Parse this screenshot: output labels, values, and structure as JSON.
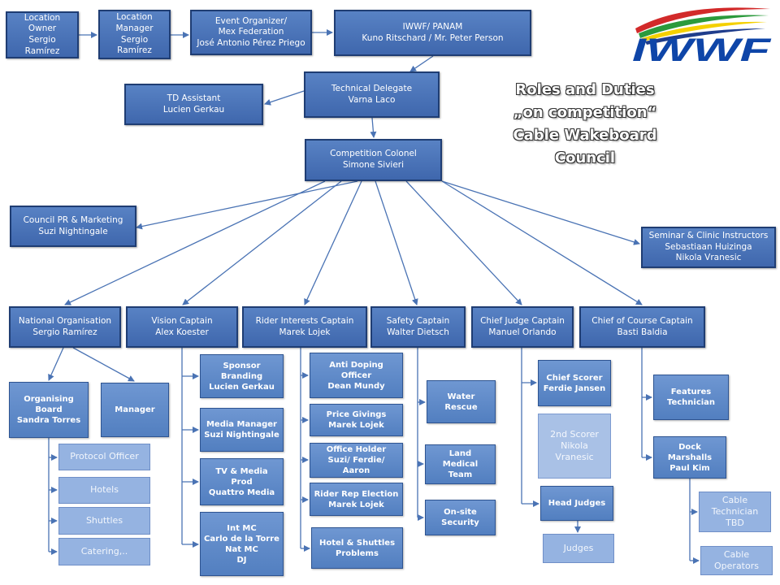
{
  "title": "Roles and Duties\n„on competition“\nCable Wakeboard Council",
  "logo": {
    "text": "IWWF",
    "colors": {
      "red": "#d22a2a",
      "green": "#2b9a3c",
      "yellow": "#f4d000",
      "navy": "#1f3d8c",
      "wordmark": "#0e45a8"
    }
  },
  "line_color": "#4a73b4",
  "nodes": {
    "location_owner": "Location\nOwner\nSergio\nRamírez",
    "location_manager": "Location\nManager\nSergio\nRamírez",
    "event_organizer": "Event Organizer/\nMex Federation\nJosé Antonio Pérez Priego",
    "iwwf_panam": "IWWF/ PANAM\nKuno Ritschard  / Mr. Peter Person",
    "td_assistant": "TD Assistant\nLucien Gerkau",
    "technical_delegate": "Technical Delegate\nVarna Laco",
    "competition_colonel": "Competition Colonel\nSimone Sivieri",
    "council_pr": "Council PR & Marketing\nSuzi Nightingale",
    "seminar": "Seminar & Clinic Instructors\nSebastiaan Huizinga\nNikola Vranesic",
    "national_org": "National Organisation\nSergio Ramírez",
    "vision_captain": "Vision Captain\nAlex Koester",
    "rider_interests": "Rider Interests Captain\nMarek Lojek",
    "safety_captain": "Safety Captain\nWalter Dietsch",
    "chief_judge_captain": "Chief Judge Captain\nManuel Orlando",
    "chief_course_captain": "Chief of Course Captain\nBasti Baldia",
    "organising_board": "Organising\nBoard\nSandra Torres",
    "manager": "Manager",
    "protocol_officer": "Protocol Officer",
    "hotels": "Hotels",
    "shuttles": "Shuttles",
    "catering": "Catering,..",
    "sponsor_branding": "Sponsor\nBranding\nLucien Gerkau",
    "media_manager": "Media Manager\nSuzi Nightingale",
    "tv_media": "TV & Media\nProd\nQuattro Media",
    "int_mc": "Int MC\nCarlo de la Torre\nNat MC\nDJ",
    "anti_doping": "Anti Doping\nOfficer\nDean Mundy",
    "price_givings": "Price Givings\nMarek Lojek",
    "office_holder": "Office Holder\nSuzi/ Ferdie/\nAaron",
    "rider_rep": "Rider Rep Election\nMarek Lojek",
    "hotel_shuttles_problems": "Hotel & Shuttles\nProblems",
    "water_rescue": "Water\nRescue",
    "land_medical": "Land\nMedical\nTeam",
    "onsite_security": "On-site\nSecurity",
    "chief_scorer": "Chief Scorer\nFerdie Jansen",
    "second_scorer": "2nd Scorer\nNikola\nVranesic",
    "head_judges": "Head Judges",
    "judges": "Judges",
    "features_technician": "Features\nTechnician",
    "dock_marshalls": "Dock\nMarshalls\nPaul Kim",
    "cable_technician": "Cable\nTechnician\nTBD",
    "cable_operators": "Cable\nOperators"
  }
}
